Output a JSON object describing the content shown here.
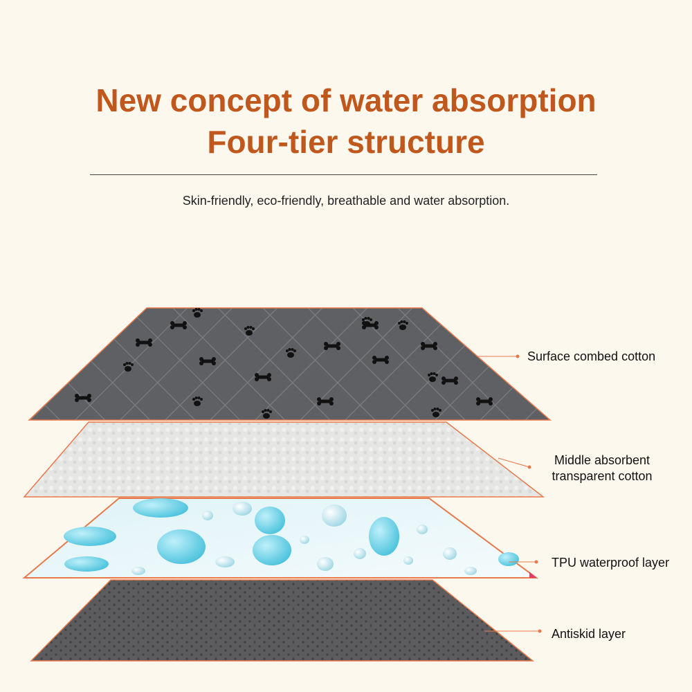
{
  "header": {
    "title_line1": "New concept of water absorption",
    "title_line2": "Four-tier structure",
    "subtitle": "Skin-friendly, eco-friendly, breathable and water absorption."
  },
  "layers": [
    {
      "label": "Surface combed cotton"
    },
    {
      "label_line1": "Middle absorbent",
      "label_line2": "transparent cotton"
    },
    {
      "label": "TPU waterproof layer"
    },
    {
      "label": "Antiskid layer"
    }
  ],
  "colors": {
    "title": "#c0581e",
    "accent_line": "#e8794a",
    "background": "#fdf8ee"
  }
}
